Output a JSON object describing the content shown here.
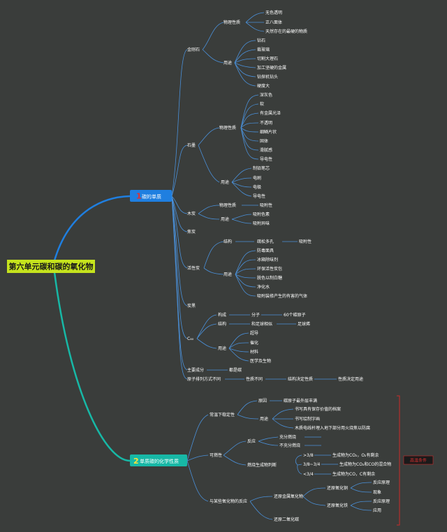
{
  "root": "第六单元碳和碳的氧化物",
  "b1": {
    "num": "1",
    "label": "碳的单质",
    "diamond": {
      "label": "金刚石",
      "phys": {
        "label": "物理性质",
        "items": [
          "无色透明",
          "正八面体",
          "天然存在的最硬的物质"
        ]
      },
      "use": {
        "label": "用途",
        "items": [
          "钻石",
          "裁玻璃",
          "切割大理石",
          "加工坚硬的金属",
          "钻探机钻头",
          "硬度大"
        ]
      }
    },
    "graphite": {
      "label": "石墨",
      "phys": {
        "label": "物理性质",
        "items": [
          "深灰色",
          "软",
          "有金属光泽",
          "不透明",
          "细鳞片状",
          "固体",
          "滑腻感",
          "导电性"
        ]
      },
      "use": {
        "label": "用途",
        "items": [
          "制铅笔芯",
          "电刷",
          "电极",
          "导电性"
        ]
      }
    },
    "charcoal": {
      "label": "木炭",
      "phys": {
        "label": "物理性质",
        "value": "吸附性"
      },
      "use": {
        "label": "用途",
        "items": [
          "吸附色素",
          "吸附异味"
        ]
      }
    },
    "coke": "焦炭",
    "active": {
      "label": "活性炭",
      "struct": {
        "label": "结构",
        "value": "疏松多孔",
        "value2": "吸附性"
      },
      "use": {
        "label": "用途",
        "items": [
          "防毒面具",
          "冰箱除味剂",
          "环保活性炭包",
          "脱色以制白糖",
          "净化水",
          "吸附装修产生的有害的气体"
        ]
      }
    },
    "carbon_black": "炭黑",
    "c60": {
      "label": "C₆₀",
      "comp": {
        "label": "构成",
        "value": "分子",
        "value2": "60个碳原子"
      },
      "struct": {
        "label": "结构",
        "value": "和足球相似",
        "value2": "足球烯"
      },
      "use": {
        "label": "用途",
        "items": [
          "超导",
          "催化",
          "材料",
          "医学及生物"
        ]
      }
    },
    "main_comp": {
      "label": "主要成分",
      "value": "都是碳"
    },
    "arrangement": {
      "label": "原子排列方式不同",
      "v1": "性质不同",
      "v2": "结构决定性质",
      "v3": "性质决定用途"
    }
  },
  "b2": {
    "num": "2",
    "label": "单质碳的化学性质",
    "stable": {
      "label": "常温下稳定性",
      "reason": {
        "label": "原因",
        "value": "碳原子最外层丰满"
      },
      "use": {
        "label": "用途",
        "items": [
          "书写具有保存价值的档案",
          "书写绘制字画",
          "木质电线杆埋入地下部分用火烧焦以防腐"
        ]
      }
    },
    "combust": {
      "label": "可燃性",
      "react": {
        "label": "反应",
        "items": [
          "充分燃烧",
          "不充分燃烧"
        ]
      },
      "judge": {
        "label": "燃烧生成物判断",
        "ratios": [
          ">3/8",
          "3/8~3/4",
          "<3/4"
        ],
        "results": [
          "生成物为CO₂，O₂有剩余",
          "生成物为CO₂和CO的混合物",
          "生成物为CO，C有剩余"
        ]
      }
    },
    "oxide": {
      "label": "与某些氧化物的反应",
      "metal": {
        "label": "还原金属氧化物",
        "cu": "还原氧化铜",
        "fe": "还原氧化铁",
        "cu_items": [
          "反应原理",
          "现象"
        ],
        "fe_items": [
          "反应原理",
          "应用"
        ]
      },
      "co2": "还原二氧化碳"
    },
    "condition": "高温条件"
  },
  "colors": {
    "root_bg": "#c5e31d",
    "b1": "#1f7fe0",
    "b2": "#17b8a6",
    "line": "#4a8fd8",
    "condition": "#e03030"
  }
}
